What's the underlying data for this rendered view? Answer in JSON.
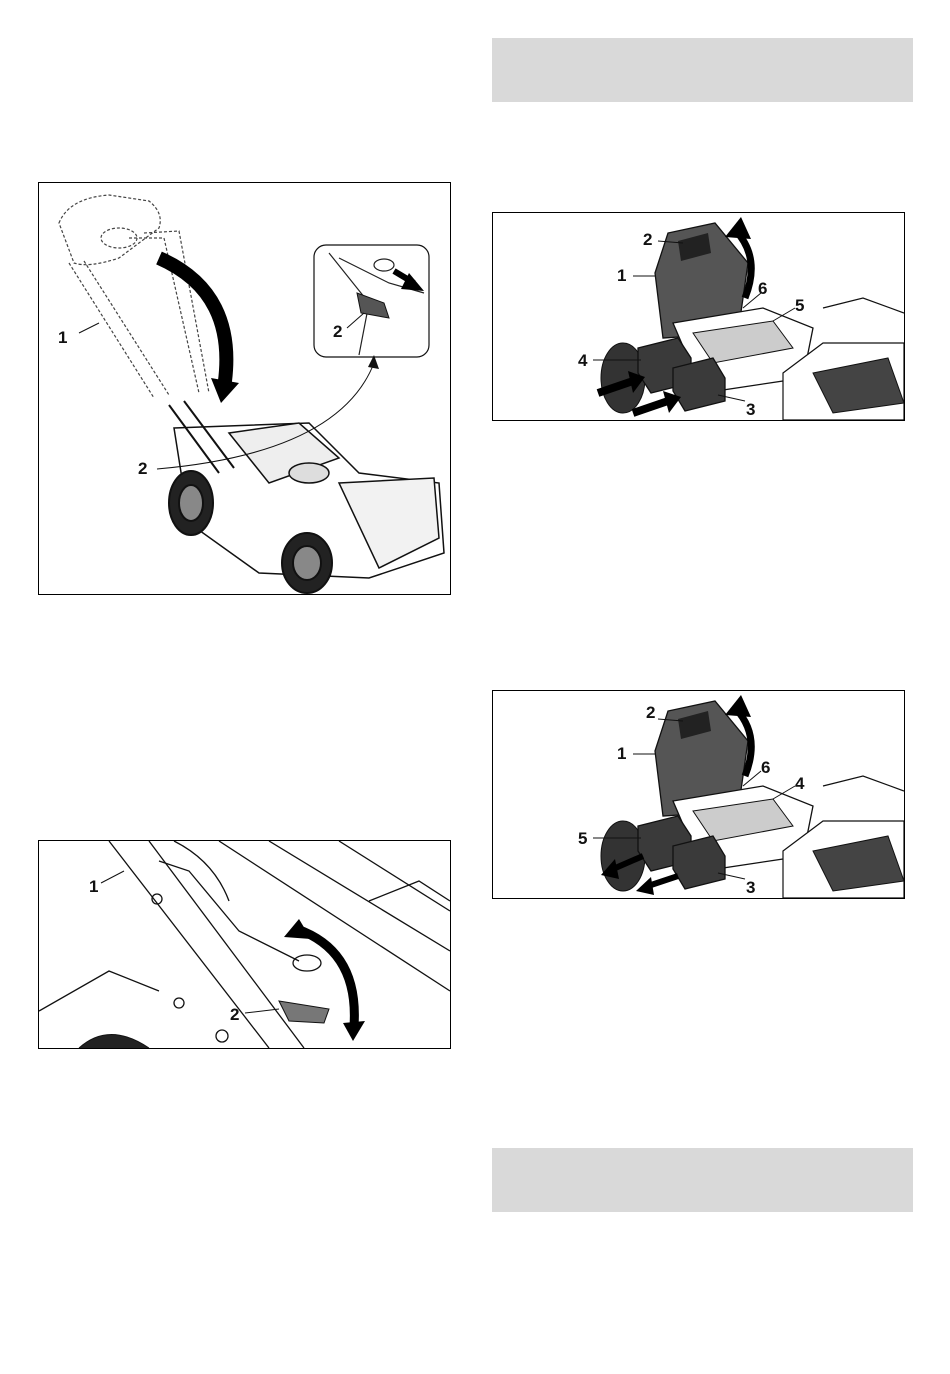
{
  "figures": {
    "fig1": {
      "callouts": [
        "1",
        "2",
        "2"
      ]
    },
    "fig2": {
      "callouts": [
        "1",
        "2"
      ]
    },
    "fig3": {
      "callouts": [
        "2",
        "1",
        "6",
        "5",
        "4",
        "3"
      ]
    },
    "fig4": {
      "callouts": [
        "2",
        "1",
        "6",
        "4",
        "5",
        "3"
      ]
    }
  }
}
